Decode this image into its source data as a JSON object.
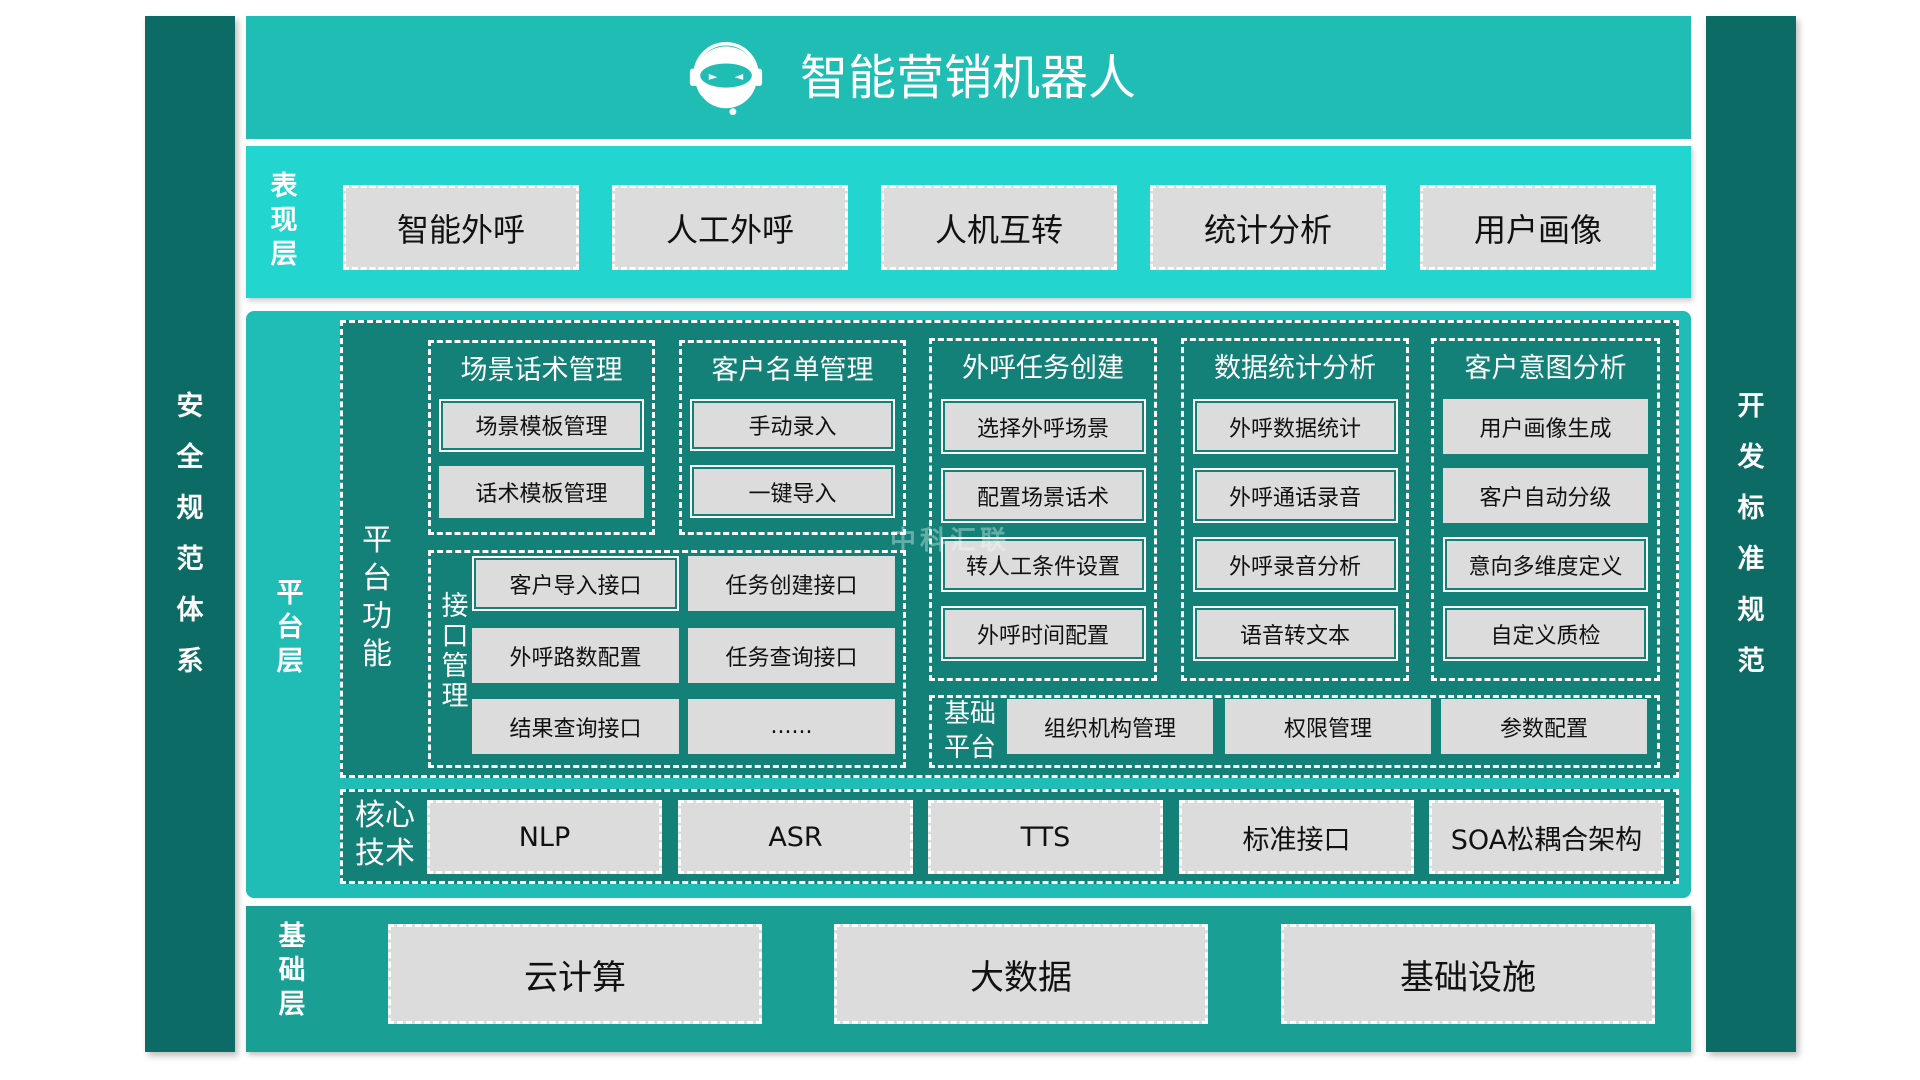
{
  "header": {
    "title": "智能营销机器人",
    "logo_icon": "robot-headset-icon"
  },
  "left_bar": {
    "chars": [
      "安",
      "全",
      "规",
      "范",
      "体",
      "系"
    ]
  },
  "right_bar": {
    "chars": [
      "开",
      "发",
      "标",
      "准",
      "规",
      "范"
    ]
  },
  "presentation": {
    "label": [
      "表",
      "现",
      "层"
    ],
    "items": [
      "智能外呼",
      "人工外呼",
      "人机互转",
      "统计分析",
      "用户画像"
    ]
  },
  "platform": {
    "label": [
      "平",
      "台",
      "层"
    ],
    "function_label": [
      "平",
      "台",
      "功",
      "能"
    ],
    "groups": [
      {
        "title": "场景话术管理",
        "items": [
          {
            "label": "场景模板管理",
            "framed": true
          },
          {
            "label": "话术模板管理",
            "framed": false
          }
        ]
      },
      {
        "title": "客户名单管理",
        "items": [
          {
            "label": "手动录入",
            "framed": true
          },
          {
            "label": "一键导入",
            "framed": true
          }
        ]
      },
      {
        "title": "外呼任务创建",
        "items": [
          {
            "label": "选择外呼场景",
            "framed": true
          },
          {
            "label": "配置场景话术",
            "framed": true
          },
          {
            "label": "转人工条件设置",
            "framed": true
          },
          {
            "label": "外呼时间配置",
            "framed": true
          }
        ]
      },
      {
        "title": "数据统计分析",
        "items": [
          {
            "label": "外呼数据统计",
            "framed": true
          },
          {
            "label": "外呼通话录音",
            "framed": true
          },
          {
            "label": "外呼录音分析",
            "framed": true
          },
          {
            "label": "语音转文本",
            "framed": true
          }
        ]
      },
      {
        "title": "客户意图分析",
        "items": [
          {
            "label": "用户画像生成",
            "framed": false
          },
          {
            "label": "客户自动分级",
            "framed": false
          },
          {
            "label": "意向多维度定义",
            "framed": true
          },
          {
            "label": "自定义质检",
            "framed": true
          }
        ]
      }
    ],
    "interface": {
      "label": [
        "接",
        "口",
        "管",
        "理"
      ],
      "items": [
        {
          "label": "客户导入接口",
          "framed": true
        },
        {
          "label": "任务创建接口",
          "framed": false
        },
        {
          "label": "外呼路数配置",
          "framed": false
        },
        {
          "label": "任务查询接口",
          "framed": false
        },
        {
          "label": "结果查询接口",
          "framed": false
        },
        {
          "label": "......",
          "framed": false
        }
      ]
    },
    "base_platform": {
      "label": [
        "基础",
        "平台"
      ],
      "items": [
        "组织机构管理",
        "权限管理",
        "参数配置"
      ]
    },
    "core": {
      "label": [
        "核心",
        "技术"
      ],
      "items": [
        "NLP",
        "ASR",
        "TTS",
        "标准接口",
        "SOA松耦合架构"
      ]
    }
  },
  "base": {
    "label": [
      "基",
      "础",
      "层"
    ],
    "items": [
      "云计算",
      "大数据",
      "基础设施"
    ]
  },
  "watermark": "中科汇联",
  "colors": {
    "header": "#20bdb5",
    "presentation": "#22d6cf",
    "platform": "#1fbdb5",
    "platform_inner": "#138178",
    "base": "#1a9f95",
    "sidebar": "#0d6b65",
    "box": "#dcdcdc"
  }
}
